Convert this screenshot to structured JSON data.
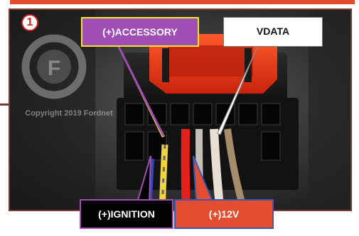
{
  "marker": {
    "number": "1"
  },
  "labels": {
    "accessory": "(+)ACCESSORY",
    "vdata": "VDATA",
    "ignition": "(+)IGNITION",
    "power_12v": "(+)12V"
  },
  "watermark": {
    "logo_letter": "F",
    "text": "Copyright 2019 Fordnet"
  },
  "colors": {
    "accessory_fill": "#9f4fb3",
    "accessory_border": "#f3e42d",
    "ignition_fill": "#020202",
    "ignition_border": "#a34fb1",
    "power_12v_fill": "#e44d2f",
    "power_12v_border": "#3b58b8",
    "vdata_fill": "#ffffff",
    "frame": "#7b3b34"
  }
}
